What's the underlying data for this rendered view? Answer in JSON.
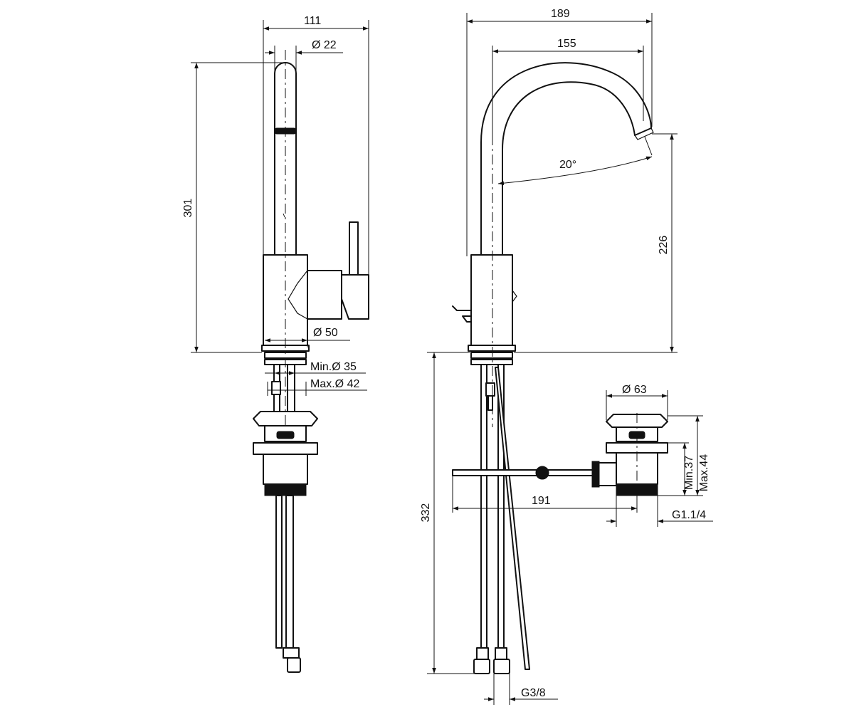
{
  "labels": {
    "side_width": "111",
    "spout_diameter": "Ø 22",
    "total_height": "301",
    "body_diameter": "Ø 50",
    "hole_min": "Min.Ø 35",
    "hole_max": "Max.Ø 42",
    "front_width": "189",
    "spout_reach": "155",
    "swivel_angle": "20°",
    "spout_height": "226",
    "hose_length": "332",
    "waste_diameter": "Ø 63",
    "waste_min": "Min.37",
    "waste_max": "Max.44",
    "rod_length": "191",
    "waste_thread": "G1.1/4",
    "hose_thread": "G3/8"
  }
}
